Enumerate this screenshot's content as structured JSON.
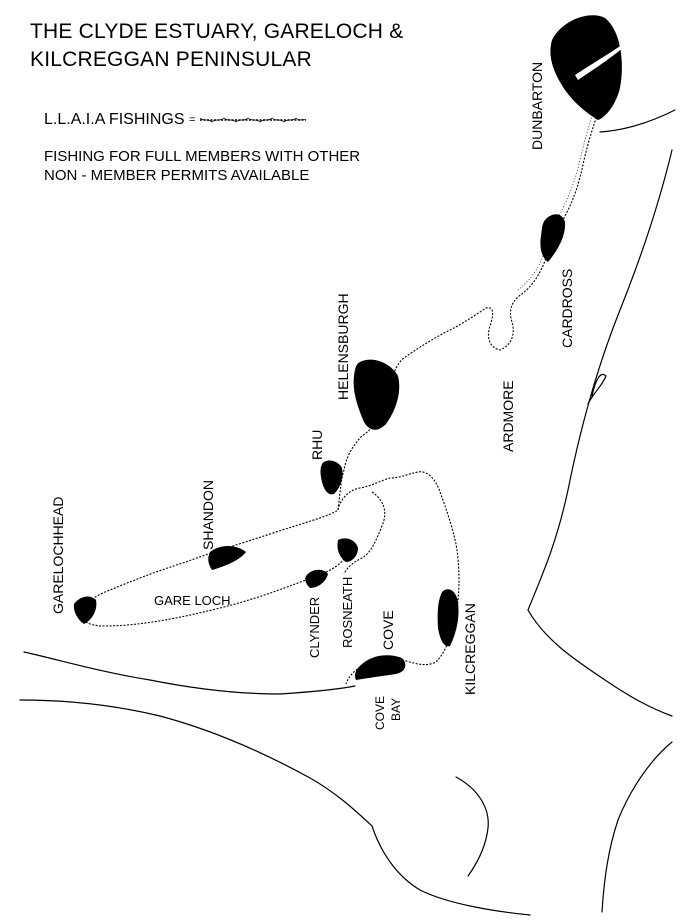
{
  "title": {
    "line1": "THE CLYDE ESTUARY, GARELOCH &",
    "line2": "KILCREGGAN PENINSULAR"
  },
  "legend": {
    "label": "L.L.A.I.A FISHINGS",
    "symbol": "= "
  },
  "note": {
    "line1": "FISHING FOR FULL MEMBERS WITH OTHER",
    "line2": "NON - MEMBER PERMITS AVAILABLE"
  },
  "places": {
    "dunbarton": "DUNBARTON",
    "cardross": "CARDROSS",
    "ardmore": "ARDMORE",
    "helensburgh": "HELENSBURGH",
    "rhu": "RHU",
    "shandon": "SHANDON",
    "garelochhead": "GARELOCHHEAD",
    "gare_loch": "GARE LOCH",
    "clynder": "CLYNDER",
    "rosneath": "ROSNEATH",
    "cove": "COVE",
    "cove_bay_1": "COVE",
    "cove_bay_2": "BAY",
    "kilcreggan": "KILCREGGAN"
  },
  "colors": {
    "ink": "#000000",
    "paper": "#ffffff"
  }
}
